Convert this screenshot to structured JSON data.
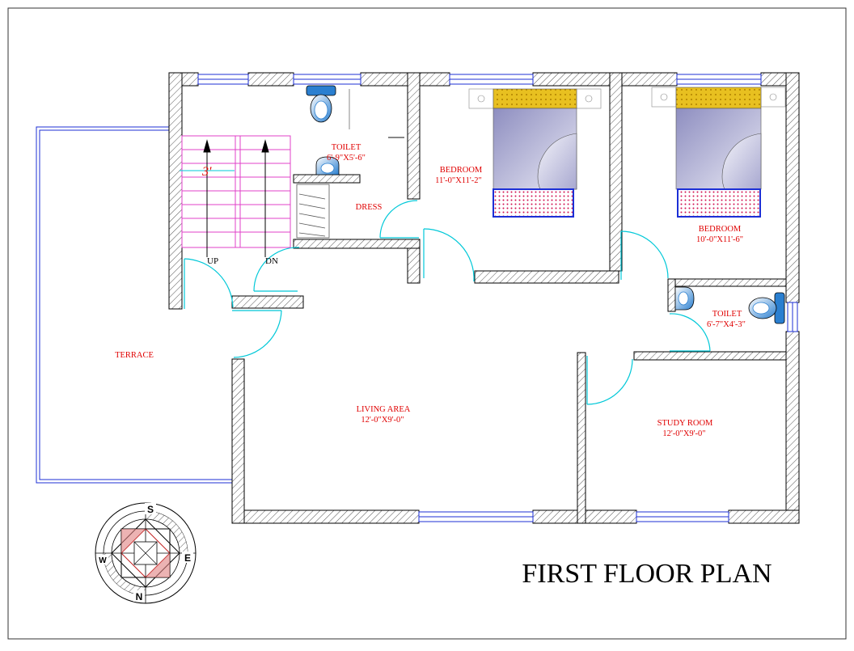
{
  "title": "FIRST FLOOR PLAN",
  "rooms": {
    "toilet_1": {
      "name": "TOILET",
      "size": "6'-9\"X5'-6\""
    },
    "dress": {
      "name": "DRESS"
    },
    "bedroom_1": {
      "name": "BEDROOM",
      "size": "11'-0\"X11'-2\""
    },
    "bedroom_2": {
      "name": "BEDROOM",
      "size": "10'-0\"X11'-6\""
    },
    "toilet_2": {
      "name": "TOILET",
      "size": "6'-7\"X4'-3\""
    },
    "terrace": {
      "name": "TERRACE"
    },
    "living_area": {
      "name": "LIVING AREA",
      "size": "12'-0\"X9'-0\""
    },
    "study_room": {
      "name": "STUDY ROOM",
      "size": "12'-0\"X9'-0\""
    }
  },
  "stairs": {
    "up": "UP",
    "down": "DN",
    "width": "3'"
  },
  "compass": {
    "north": "N",
    "south": "S",
    "east": "E",
    "west": "W"
  },
  "colors": {
    "label": "#e00000",
    "wall_line": "#000000",
    "window": "#1c2fd6",
    "door": "#00c8d8",
    "stair": "#e040c8",
    "bed_pillow": "#e8c020",
    "bed_blanket": "#a0a0cc",
    "bed_foot": "#d01050",
    "fixture": "#2a7fd0"
  }
}
